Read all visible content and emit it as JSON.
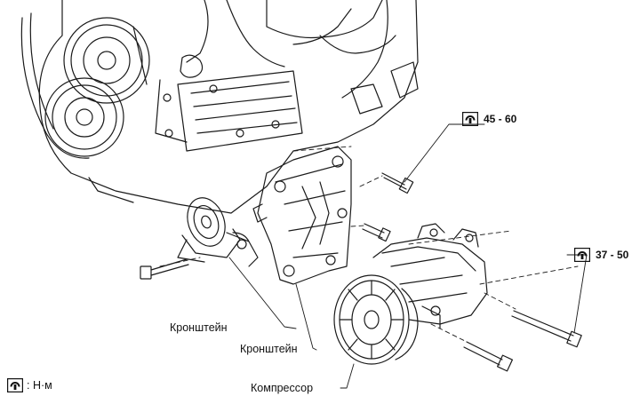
{
  "labels": {
    "bracket_idler": "Кронштейн",
    "bracket_compressor": "Кронштейн",
    "compressor": "Компрессор"
  },
  "torque": {
    "upper": "45 - 60",
    "lower": "37 - 50"
  },
  "legend": {
    "unit": ": Н·м",
    "icon": "torque-wrench-icon"
  }
}
